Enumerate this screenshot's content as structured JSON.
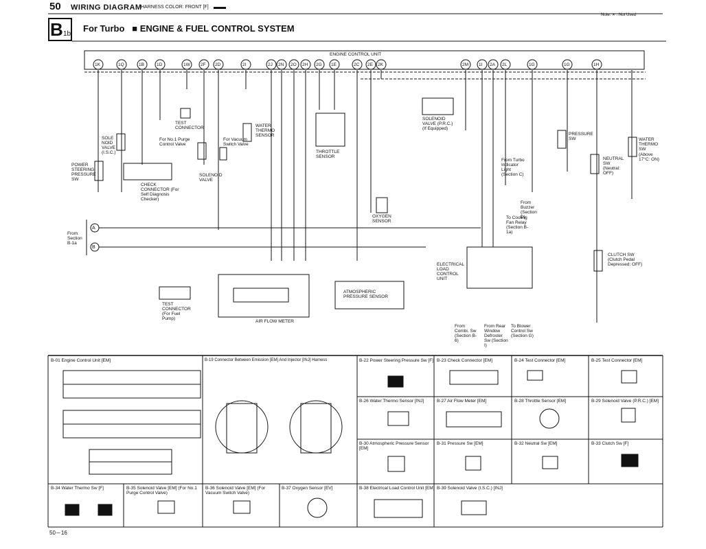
{
  "header": {
    "page_number": "50",
    "title": "WIRING DIAGRAM",
    "harness_label": "HARNESS COLOR: FRONT [F]",
    "note": "Note: ✕ : Not Used"
  },
  "section": {
    "id": "B",
    "sub": "1b",
    "variant": "For Turbo",
    "system": "■ ENGINE & FUEL CONTROL SYSTEM"
  },
  "ecu": {
    "label": "ENGINE CONTROL UNIT",
    "pins": [
      "1K",
      "1Q",
      "1B",
      "1D",
      "1W",
      "2F",
      "2D",
      "2I",
      "2J",
      "2N",
      "2O",
      "2H",
      "2G",
      "1E",
      "2C",
      "2E",
      "2K",
      "2M",
      "1I",
      "2A",
      "2L",
      "1G",
      "1G",
      "1H"
    ]
  },
  "components": {
    "power_steering": "POWER STEERING PRESSURE SW",
    "solenoid_valve_isc": "SOLE NOID VALVE (I.S.C.)",
    "check_connector": "CHECK CONNECTOR (For Self Diagnosis Checker)",
    "test_connector_top": "TEST CONNECTOR",
    "purge_valve": "For No.1 Purge Control Valve",
    "solenoid_valve": "SOLENOID VALVE",
    "vacuum_valve": "For Vacuum Switch Valve",
    "water_thermo": "WATER THERMO SENSOR",
    "throttle_sensor": "THROTTLE SENSOR",
    "solenoid_prc": "SOLENOID VALVE (P.R.C.) (If Equipped)",
    "oxygen_sensor": "OXYGEN SENSOR",
    "turbo_light": "From Turbo Indicator Light (Section C)",
    "buzzer": "From Buzzer (Section D)",
    "cooling_fan": "To Cooling Fan Relay (Section B-1a)",
    "pressure_sw": "PRESSURE SW",
    "neutral_sw": "NEUTRAL SW (Neutral: OFF)",
    "water_thermo_sw": "WATER THERMO SW",
    "water_thermo_sw_temp": "(Above 17°C: ON)",
    "clutch_sw": "CLUTCH SW (Clutch Pedal Depressed: OFF)",
    "electrical_load": "ELECTRICAL LOAD CONTROL UNIT",
    "atmospheric": "ATMOSPHERIC PRESSURE SENSOR",
    "air_flow": "AIR FLOW METER",
    "test_connector_fuel": "TEST CONNECTOR (For Fuel Pump)",
    "from_section": "From Section B-1a",
    "from_combi": "From Combi. Sw (Section B-6)",
    "from_rear": "From Rear Window Defroster Sw (Section I)",
    "to_blower": "To Blower Control Sw (Section G)"
  },
  "connectors": [
    "B-01 Engine Control Unit [EM]",
    "B-19 Connector Between Emission [EM] And Injector [INJ] Harness",
    "B-22 Power Steering Pressure Sw [F]",
    "B-23 Check Connector [EM]",
    "B-24 Test Connector [EM]",
    "B-25 Test Connector [EM]",
    "B-26 Water Thermo Sensor [INJ]",
    "B-27 Air Flow Meter [EM]",
    "B-28 Throttle Sensor [EM]",
    "B-29 Solenoid Valve (P.R.C.) [EM]",
    "B-30 Atmospheric Pressure Sensor [EM]",
    "B-31 Pressure Sw [EM]",
    "B-32 Neutral Sw [EM]",
    "B-33 Clutch Sw [F]",
    "B-34 Water Thermo Sw [F]",
    "B-35 Solenoid Valve [EM] (For No.1 Purge Control Valve)",
    "B-36 Solenoid Valve [EM] (For Vacuum Switch Valve)",
    "B-37 Oxygen Sensor [EV]",
    "B-38 Electrical Load Control Unit [EM]",
    "B-39 Solenoid Valve (I.S.C.) [INJ]"
  ],
  "footer": "50－16"
}
